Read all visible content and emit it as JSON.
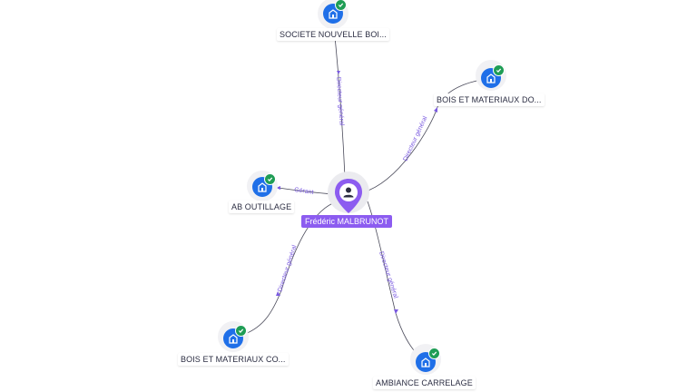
{
  "person": {
    "name": "Frédéric MALBRUNOT",
    "icon": "person-icon"
  },
  "companies": [
    {
      "key": "societe_nouvelle",
      "label": "SOCIETE NOUVELLE BOI...",
      "icon": "building-icon",
      "verified": true
    },
    {
      "key": "bois_materiaux_do",
      "label": "BOIS ET MATERIAUX DO...",
      "icon": "building-icon",
      "verified": true
    },
    {
      "key": "ab_outillage",
      "label": "AB OUTILLAGE",
      "icon": "building-icon",
      "verified": true
    },
    {
      "key": "bois_materiaux_co",
      "label": "BOIS ET MATERIAUX CO...",
      "icon": "building-icon",
      "verified": true
    },
    {
      "key": "ambiance_carrelage",
      "label": "AMBIANCE CARRELAGE",
      "icon": "building-icon",
      "verified": true
    }
  ],
  "relations": [
    {
      "company": "societe_nouvelle",
      "label": "Directeur général"
    },
    {
      "company": "bois_materiaux_do",
      "label": "Directeur général"
    },
    {
      "company": "ab_outillage",
      "label": "Gérant"
    },
    {
      "company": "bois_materiaux_co",
      "label": "Directeur général"
    },
    {
      "company": "ambiance_carrelage",
      "label": "Directeur général"
    }
  ],
  "colors": {
    "company_icon": "#1f6fe8",
    "verified_badge": "#1f9d55",
    "person_pin": "#8c5cf0",
    "relation_text": "#7a5ae0",
    "edge": "#4a4a5a"
  }
}
